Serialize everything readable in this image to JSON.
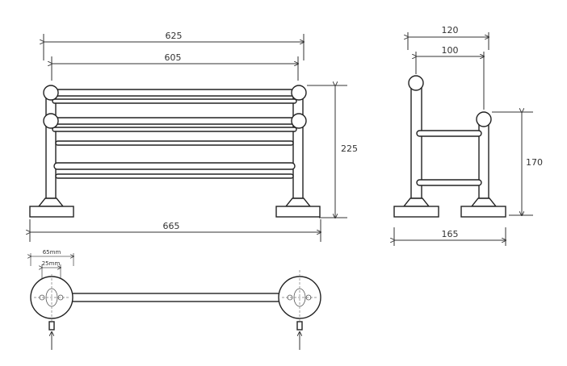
{
  "dimensions": {
    "front_outer_width": "625",
    "front_inner_width": "605",
    "front_height": "225",
    "base_width": "665",
    "side_outer_depth": "120",
    "side_inner_depth": "100",
    "side_front_height": "170",
    "side_base_depth": "165",
    "wall_plate_spacing": "65mm",
    "fixing_hole_spacing": "25mm"
  },
  "colors": {
    "line": "#333333",
    "background": "#ffffff"
  }
}
